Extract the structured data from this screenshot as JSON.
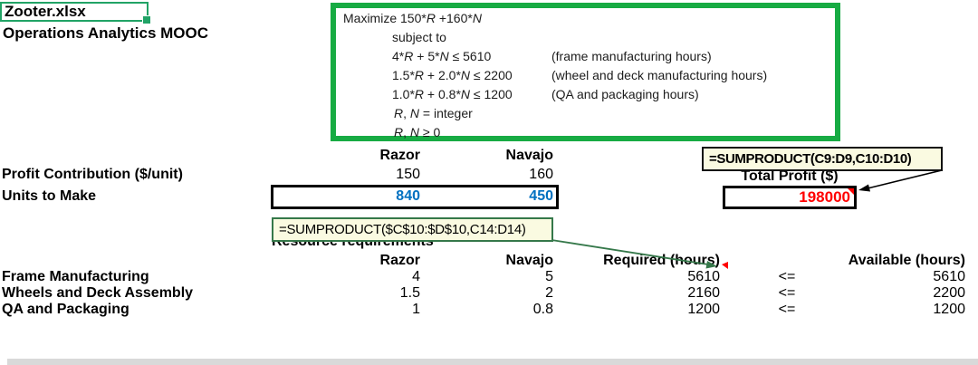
{
  "workbook": {
    "filename": "Zooter.xlsx",
    "subtitle": "Operations Analytics MOOC"
  },
  "model": {
    "lines": [
      {
        "expr": "Maximize 150*{R} +160*{N}",
        "note": ""
      },
      {
        "expr": "subject to",
        "note": ""
      },
      {
        "expr": "4*{R} + 5*{N} ≤ 5610",
        "note": "(frame manufacturing hours)"
      },
      {
        "expr": "1.5*{R} + 2.0*{N} ≤ 2200",
        "note": "(wheel and deck manufacturing hours)"
      },
      {
        "expr": "1.0*{R} + 0.8*{N} ≤ 1200",
        "note": "(QA and packaging hours)"
      },
      {
        "expr": "{R}, {N} = integer",
        "note": ""
      },
      {
        "expr": "{R}, {N} ≥ 0",
        "note": ""
      }
    ]
  },
  "decision_table": {
    "headers": {
      "razor": "Razor",
      "navajo": "Navajo"
    },
    "profit_row": {
      "label": "Profit Contribution ($/unit)",
      "razor": "150",
      "navajo": "160"
    },
    "units_row": {
      "label": "Units to Make",
      "razor": "840",
      "navajo": "450"
    }
  },
  "profit": {
    "formula": "=SUMPRODUCT(C9:D9,C10:D10)",
    "label": "Total Profit ($)",
    "value": "198000"
  },
  "units_formula": "=SUMPRODUCT($C$10:$D$10,C14:D14)",
  "resources": {
    "title": "Resource requirements",
    "headers": {
      "razor": "Razor",
      "navajo": "Navajo",
      "required": "Required (hours)",
      "available": "Available (hours)"
    },
    "rows": [
      {
        "label": "Frame Manufacturing",
        "razor": "4",
        "navajo": "5",
        "required": "5610",
        "op": "<=",
        "available": "5610"
      },
      {
        "label": "Wheels and Deck Assembly",
        "razor": "1.5",
        "navajo": "2",
        "required": "2160",
        "op": "<=",
        "available": "2200"
      },
      {
        "label": "QA and Packaging",
        "razor": "1",
        "navajo": "0.8",
        "required": "1200",
        "op": "<=",
        "available": "1200"
      }
    ]
  },
  "colors": {
    "model_box_border": "#17ab43",
    "selection_border": "#21a366",
    "units_value": "#0070C0",
    "profit_value": "#FF0000",
    "tooltip_background": "#fafae1",
    "connector_green": "#35784a"
  }
}
